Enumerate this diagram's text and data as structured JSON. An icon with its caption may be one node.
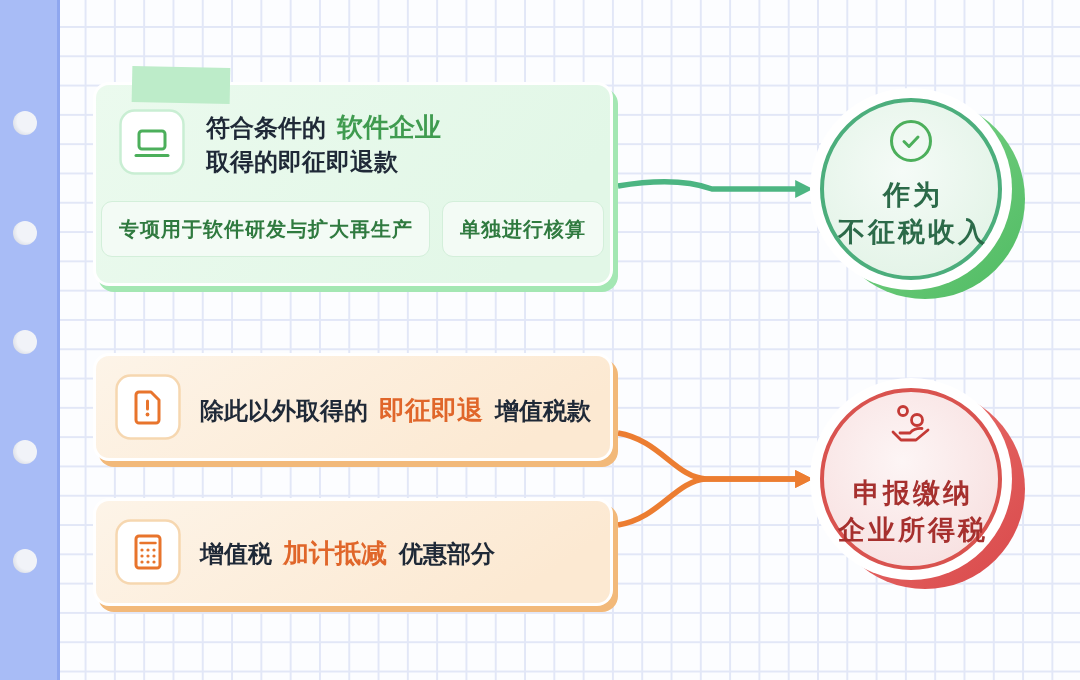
{
  "diagram": {
    "nodes": [
      {
        "text": [
          "符合条件的 **软件企业**取得的即征即退款"
        ]
      },
      {
        "text": [
          "专项用于软件研发与扩大再生产"
        ],
        "in": 0
      },
      {
        "text": [
          "单独进行核算"
        ],
        "in": 0
      },
      {
        "text": [
          "作为不征税收入"
        ]
      },
      {
        "text": [
          "除此以外取得的 **即征即退** 增值税款"
        ]
      },
      {
        "text": [
          "增值税 **加计抵减** 优惠部分"
        ]
      },
      {
        "text": [
          "申报缴纳企业所得税"
        ]
      }
    ],
    "edges": [
      {
        "from": 0,
        "to": 3,
        "arrow": "to",
        "color": "#4cb582"
      },
      {
        "from": 4,
        "to": 6,
        "arrow": "to"
      },
      {
        "from": 5,
        "to": 6,
        "arrow": "to"
      }
    ]
  }
}
